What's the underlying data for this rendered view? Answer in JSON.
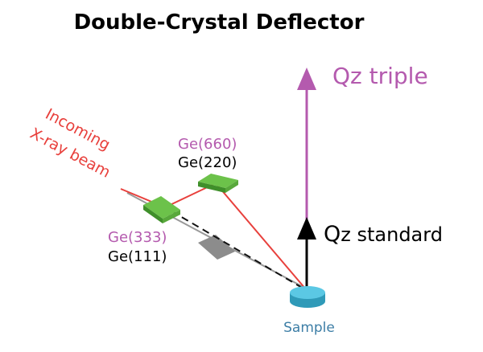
{
  "title": "Double-Crystal Deflector",
  "labels": {
    "incoming_line1": "Incoming",
    "incoming_line2": "X-ray beam",
    "crystal2_top": "Ge(660)",
    "crystal2_bottom": "Ge(220)",
    "crystal1_top": "Ge(333)",
    "crystal1_bottom": "Ge(111)",
    "qz_triple": "Qz triple",
    "qz_standard_q": "Q",
    "qz_standard_rest": "z standard",
    "sample": "Sample"
  },
  "colors": {
    "beam_red": "#e8403c",
    "magenta": "#b45aae",
    "crystal_green": "#6cc24a",
    "crystal_green_dark": "#3f8f2a",
    "sample_cyan": "#5bc8e4",
    "sample_dark": "#2f9ab8",
    "sample_text": "#3d7ea6",
    "gray_path": "#999999",
    "gray_block": "#8c8c8c"
  }
}
